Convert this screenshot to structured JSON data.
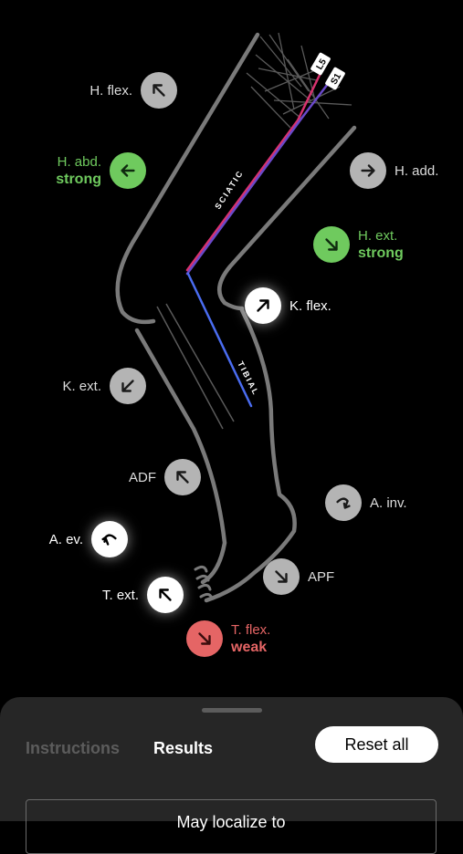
{
  "nerves": {
    "sciatic": "SCIATIC",
    "tibial": "TIBIAL",
    "l5": "L5",
    "s1": "S1"
  },
  "muscles": [
    {
      "id": "hip-flexion",
      "label": "H. flex.",
      "status": "",
      "state": "normal",
      "arrow": "up-left"
    },
    {
      "id": "hip-abduction",
      "label": "H. abd.",
      "status": "strong",
      "state": "strong",
      "arrow": "left"
    },
    {
      "id": "hip-adduction",
      "label": "H. add.",
      "status": "",
      "state": "normal",
      "arrow": "right"
    },
    {
      "id": "hip-extension",
      "label": "H. ext.",
      "status": "strong",
      "state": "strong",
      "arrow": "down-right"
    },
    {
      "id": "knee-flexion",
      "label": "K. flex.",
      "status": "",
      "state": "active",
      "arrow": "up-right"
    },
    {
      "id": "knee-extension",
      "label": "K. ext.",
      "status": "",
      "state": "normal",
      "arrow": "down-left"
    },
    {
      "id": "ankle-dorsiflexion",
      "label": "ADF",
      "status": "",
      "state": "normal",
      "arrow": "up-left"
    },
    {
      "id": "ankle-inversion",
      "label": "A. inv.",
      "status": "",
      "state": "normal",
      "arrow": "curve-inv"
    },
    {
      "id": "ankle-eversion",
      "label": "A. ev.",
      "status": "",
      "state": "active",
      "arrow": "curve-ev"
    },
    {
      "id": "ankle-plantarflexion",
      "label": "APF",
      "status": "",
      "state": "normal",
      "arrow": "down-right"
    },
    {
      "id": "toe-extension",
      "label": "T. ext.",
      "status": "",
      "state": "active",
      "arrow": "up-left"
    },
    {
      "id": "toe-flexion",
      "label": "T. flex.",
      "status": "weak",
      "state": "weak",
      "arrow": "down-right"
    }
  ],
  "sheet": {
    "tab_instructions": "Instructions",
    "tab_results": "Results",
    "reset_label": "Reset all",
    "results_text": "May localize to"
  },
  "colors": {
    "background": "#000000",
    "strong": "#6fca5e",
    "weak": "#e56565",
    "sheet": "#262626",
    "nerve_red": "#d8326e",
    "nerve_blue": "#4a6cf0"
  }
}
